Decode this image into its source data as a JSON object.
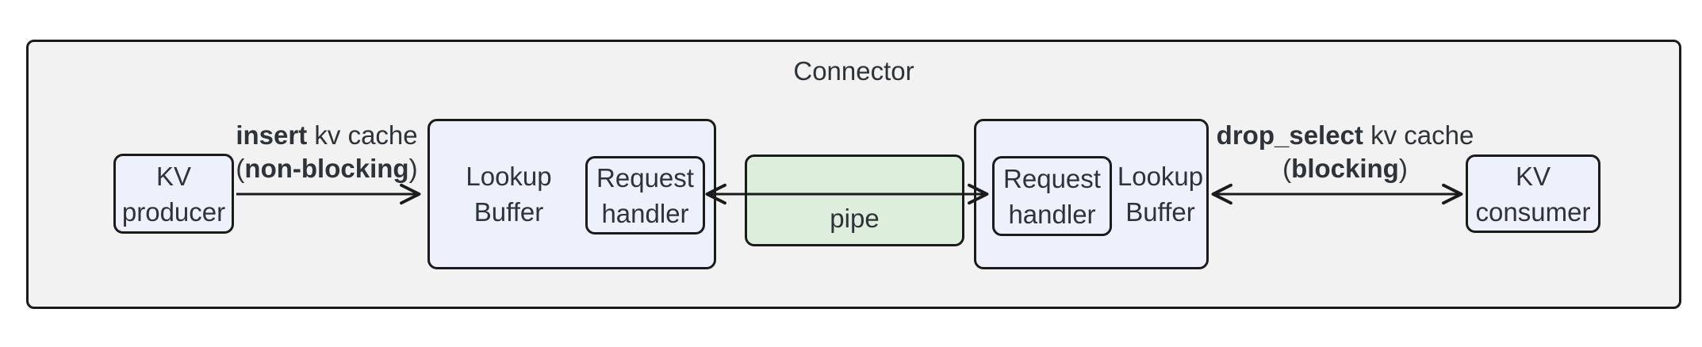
{
  "diagram": {
    "title": "Connector",
    "nodes": {
      "kv_producer": {
        "line1": "KV",
        "line2": "producer"
      },
      "lookup_buffer_left": {
        "line1": "Lookup",
        "line2": "Buffer"
      },
      "request_handler_left": {
        "line1": "Request",
        "line2": "handler"
      },
      "pipe": {
        "label": "pipe"
      },
      "request_handler_right": {
        "line1": "Request",
        "line2": "handler"
      },
      "lookup_buffer_right": {
        "line1": "Lookup",
        "line2": "Buffer"
      },
      "kv_consumer": {
        "line1": "KV",
        "line2": "consumer"
      }
    },
    "edge_labels": {
      "insert": {
        "keyword": "insert",
        "suffix": " kv cache",
        "open_paren": "(",
        "mode": "non-blocking",
        "close_paren": ")"
      },
      "drop_select": {
        "keyword": "drop_select",
        "suffix": " kv cache",
        "open_paren": "(",
        "mode": "blocking",
        "close_paren": ")"
      }
    },
    "colors": {
      "node_fill": "#edf1fb",
      "pipe_fill": "#ddeedd",
      "container_fill": "#f2f2f2",
      "border": "#1b1b1b",
      "text": "#2d3338"
    }
  }
}
